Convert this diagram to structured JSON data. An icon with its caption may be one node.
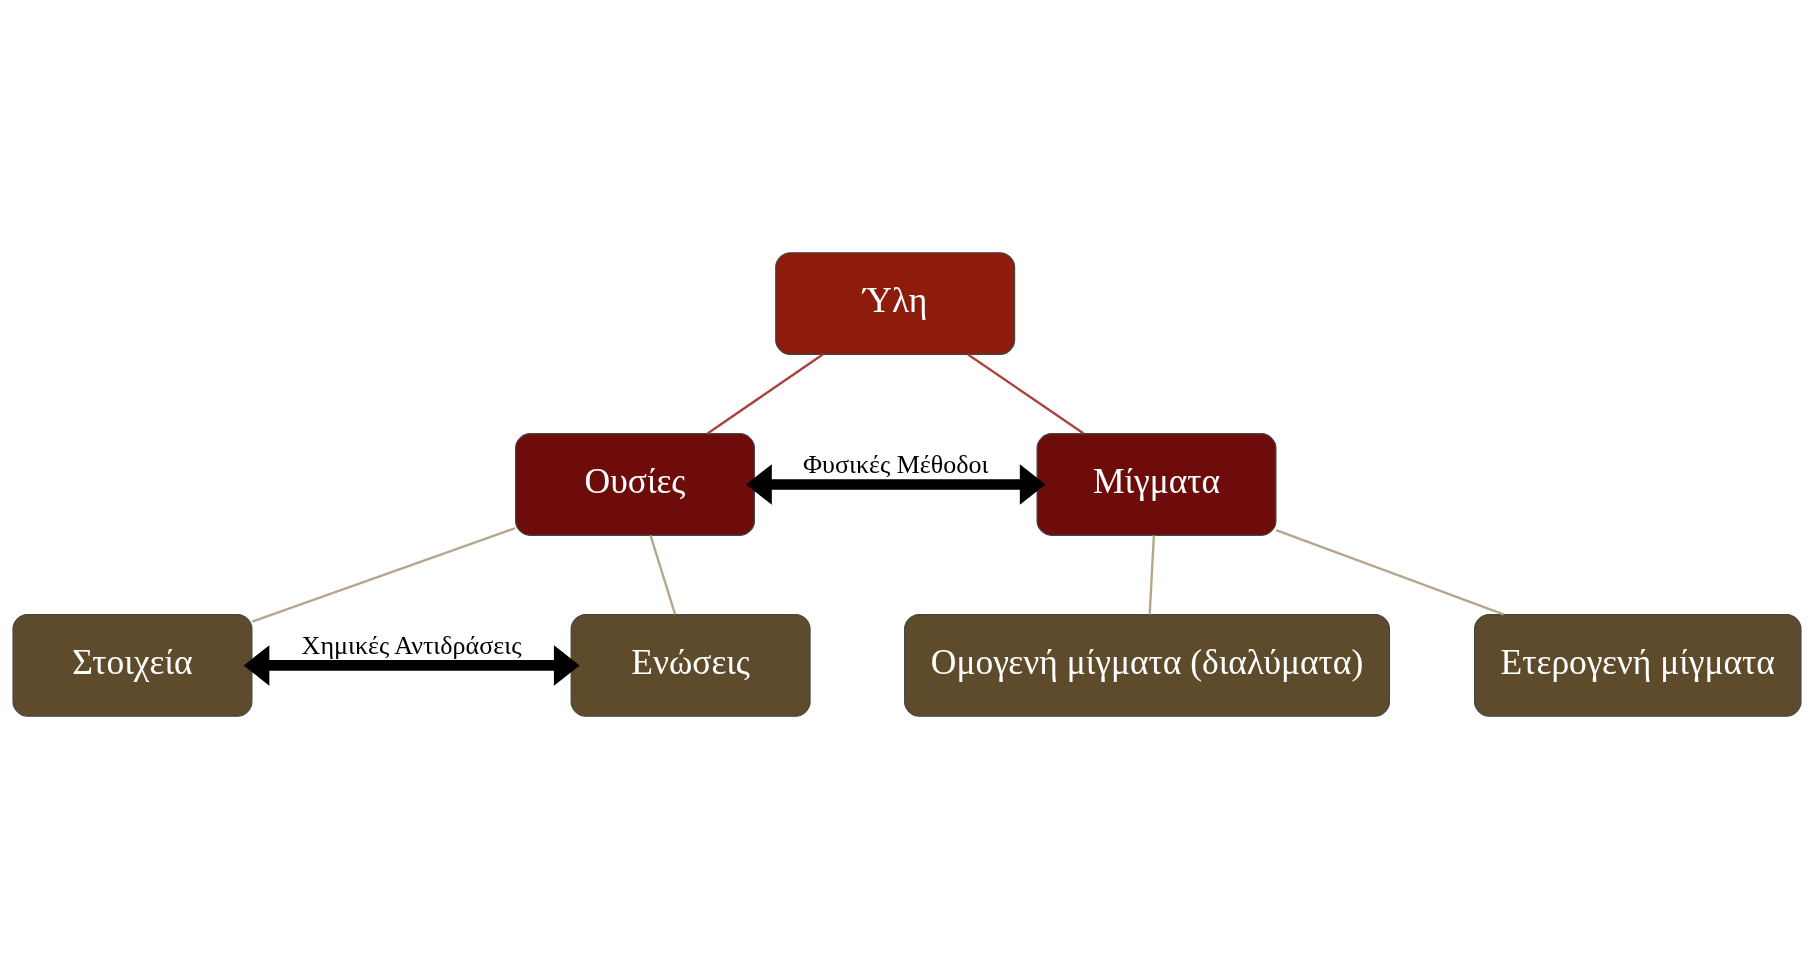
{
  "diagram": {
    "nodes": [
      {
        "text": [
          "Ύλη"
        ]
      },
      {
        "text": [
          "Ουσίες"
        ]
      },
      {
        "text": [
          "Μίγματα"
        ]
      },
      {
        "text": [
          "Ομογενή μίγματα (διαλύματα)"
        ]
      },
      {
        "text": [
          "Ετερογενή μίγματα"
        ]
      },
      {
        "text": [
          "Στοιχεία"
        ]
      },
      {
        "text": [
          "Ενώσεις"
        ]
      }
    ],
    "edges": [
      {
        "from": 0,
        "to": 1,
        "arrow": "none",
        "color": "#a8443c"
      },
      {
        "from": 0,
        "to": 2,
        "arrow": "none",
        "color": "#a8443c"
      },
      {
        "from": 1,
        "to": 2,
        "arrow": "both",
        "label": "Φυσικές Μέθοδοι",
        "style": "thick",
        "color": "#000000"
      },
      {
        "from": 2,
        "to": 3,
        "arrow": "none"
      },
      {
        "from": 2,
        "to": 4,
        "arrow": "none"
      },
      {
        "from": 1,
        "to": 5,
        "arrow": "none"
      },
      {
        "from": 1,
        "to": 6,
        "arrow": "none"
      },
      {
        "from": 5,
        "to": 6,
        "arrow": "both",
        "label": "Χημικές Αντιδράσεις",
        "style": "thick",
        "color": "#000000"
      }
    ]
  }
}
